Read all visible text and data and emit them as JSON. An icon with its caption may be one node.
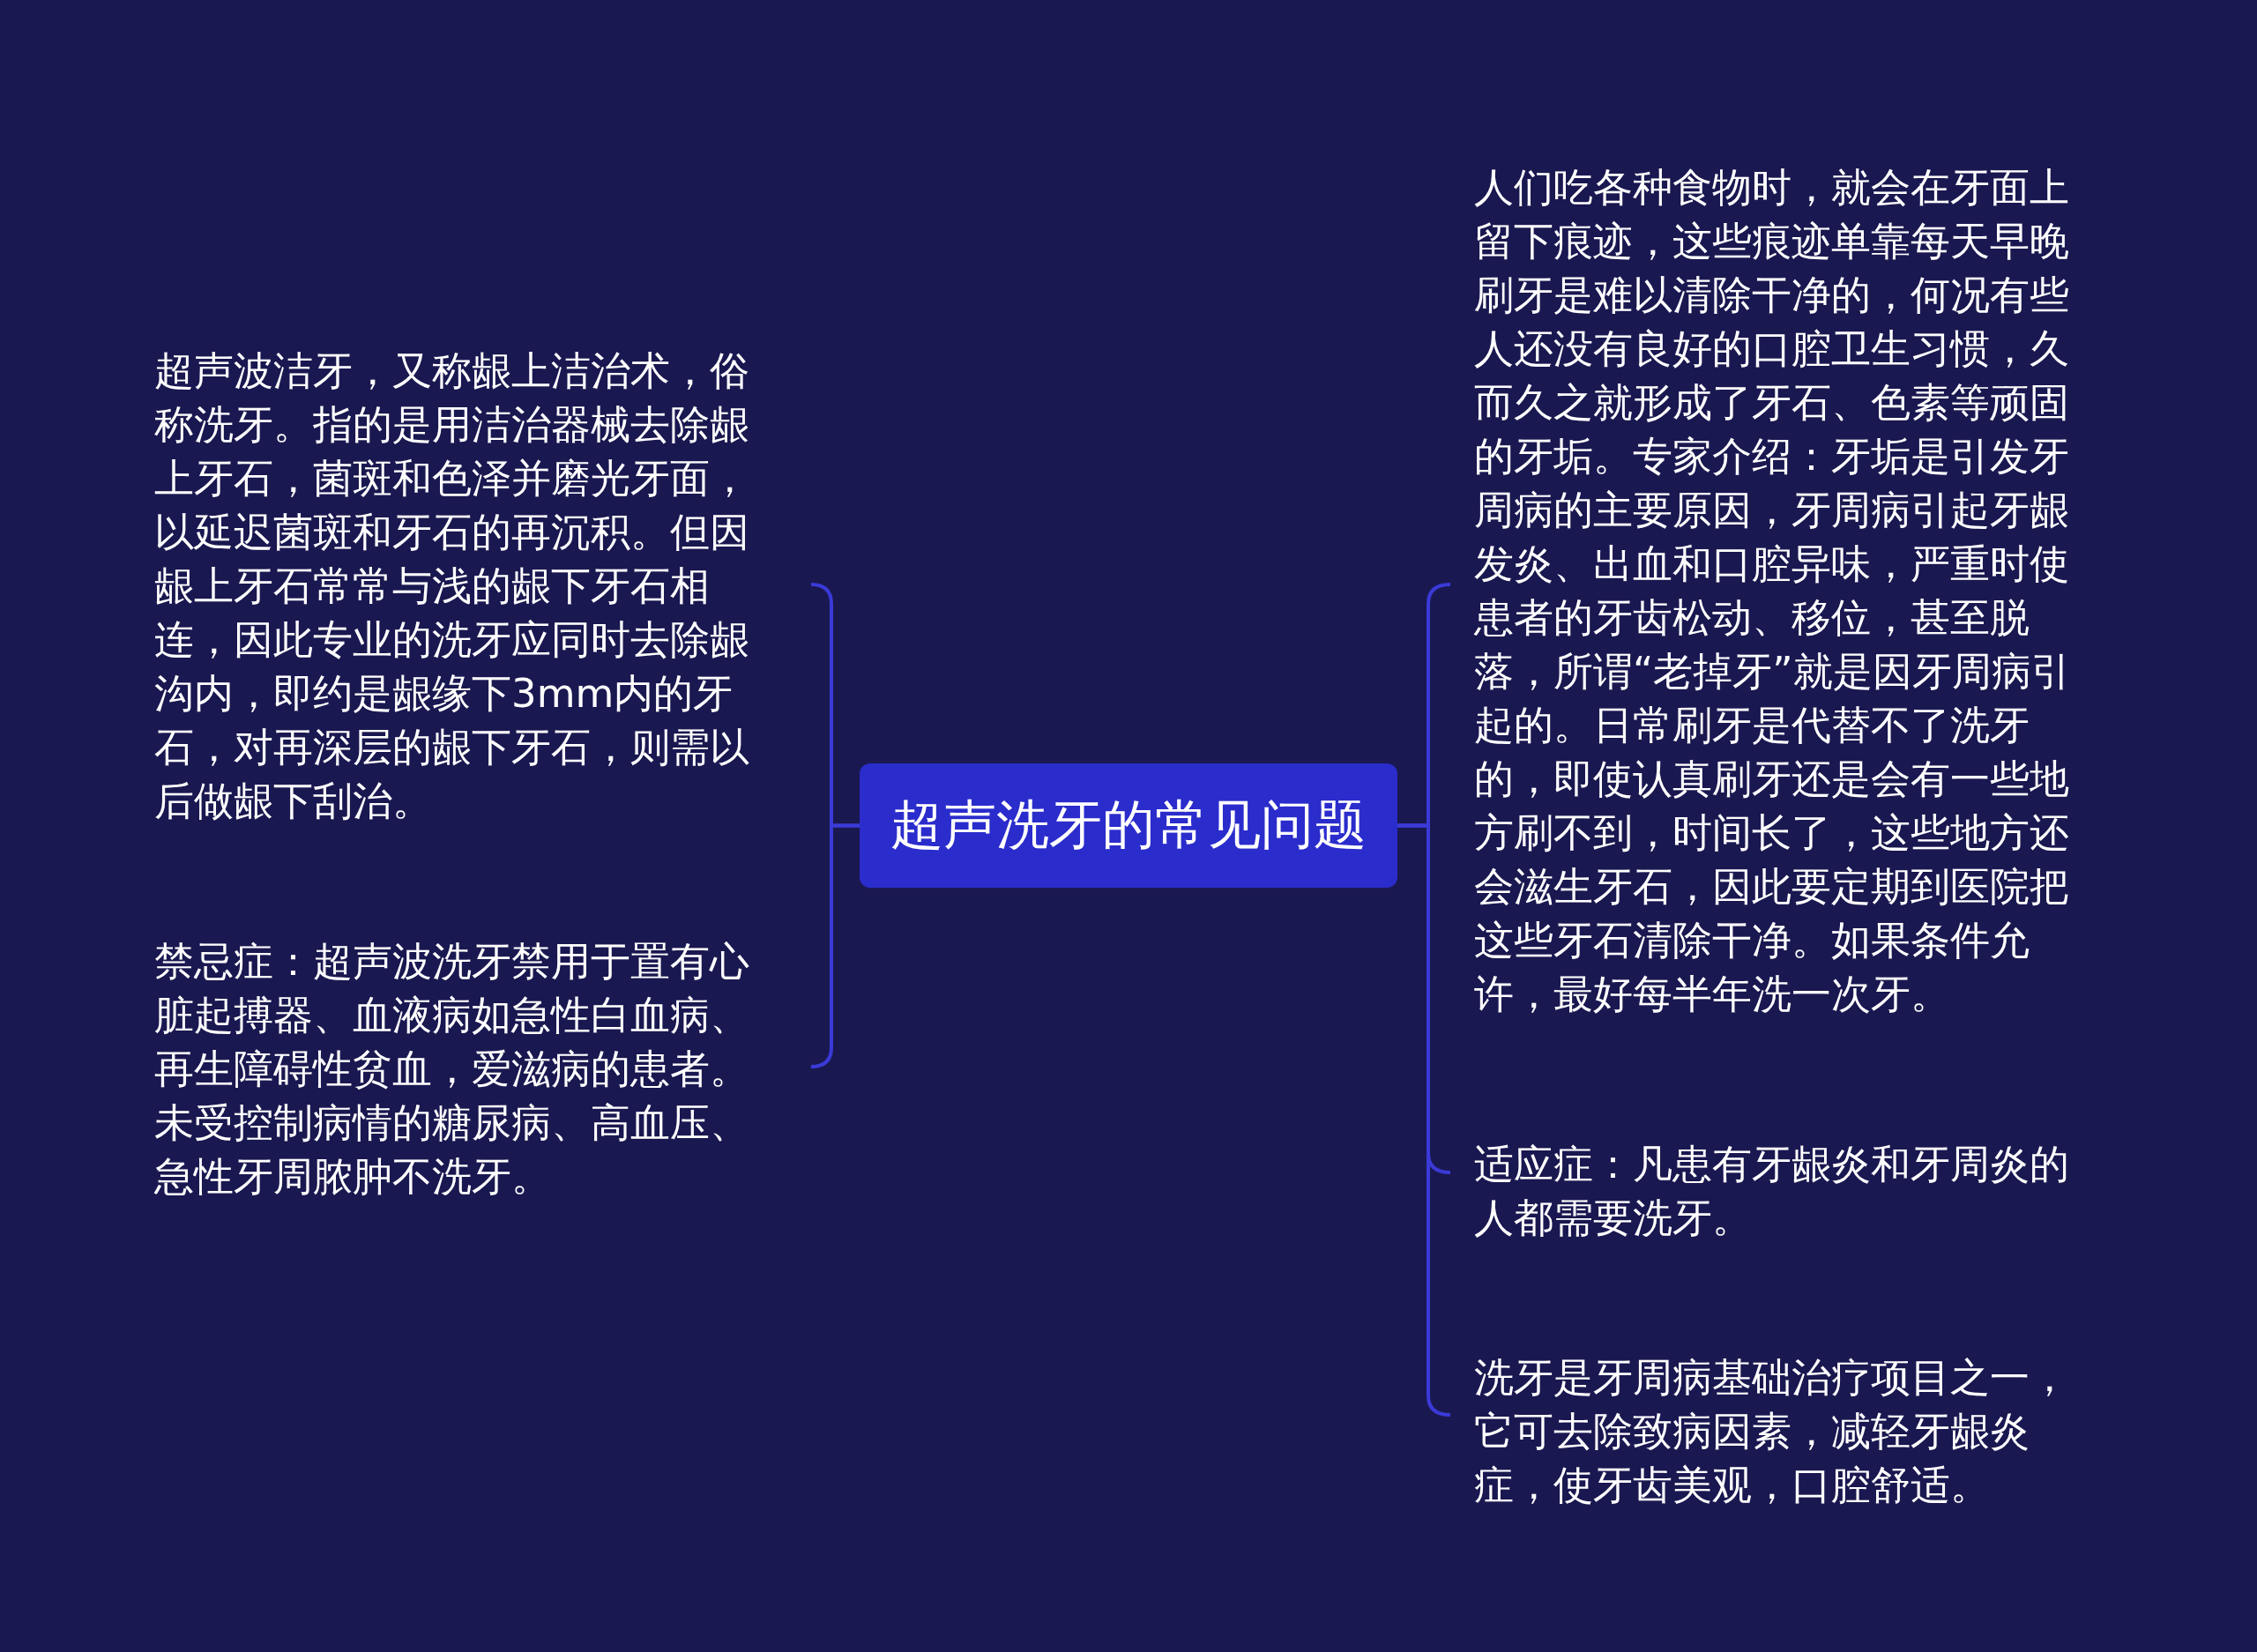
{
  "diagram": {
    "nodes": [
      {
        "text": [
          "超声洗牙的常见问题"
        ]
      },
      {
        "text": [
          "超声波洁牙，又称龈上洁治术，俗称洗牙。指的是用洁治器械去除龈上牙石，菌斑和色泽并磨光牙面，以延迟菌斑和牙石的再沉积。但因龈上牙石常常与浅的龈下牙石相连，因此专业的洗牙应同时去除龈沟内，即约是龈缘下3mm内的牙石，对再深层的龈下牙石，则需以后做龈下刮治。"
        ]
      },
      {
        "text": [
          "禁忌症：超声波洗牙禁用于置有心脏起搏器、血液病如急性白血病、再生障碍性贫血，爱滋病的患者。未受控制病情的糖尿病、高血压、急性牙周脓肿不洗牙。"
        ]
      },
      {
        "text": [
          "人们吃各种食物时，就会在牙面上留下痕迹，这些痕迹单靠每天早晚刷牙是难以清除干净的，何况有些人还没有良好的口腔卫生习惯，久而久之就形成了牙石、色素等顽固的牙垢。专家介绍：牙垢是引发牙周病的主要原因，牙周病引起牙龈发炎、出血和口腔异味，严重时使患者的牙齿松动、移位，甚至脱落，所谓“老掉牙”就是因牙周病引起的。日常刷牙是代替不了洗牙的，即使认真刷牙还是会有一些地方刷不到，时间长了，这些地方还会滋生牙石，因此要定期到医院把这些牙石清除干净。如果条件允许，最好每半年洗一次牙。"
        ]
      },
      {
        "text": [
          "适应症：凡患有牙龈炎和牙周炎的人都需要洗牙。"
        ]
      },
      {
        "text": [
          "洗牙是牙周病基础治疗项目之一，它可去除致病因素，减轻牙龈炎症，使牙齿美观，口腔舒适。"
        ]
      }
    ],
    "edges": [
      {
        "from": 0,
        "to": 1,
        "arrow": "none"
      },
      {
        "from": 0,
        "to": 2,
        "arrow": "none"
      },
      {
        "from": 0,
        "to": 3,
        "arrow": "none"
      },
      {
        "from": 0,
        "to": 4,
        "arrow": "none"
      },
      {
        "from": 0,
        "to": 5,
        "arrow": "none"
      }
    ]
  }
}
